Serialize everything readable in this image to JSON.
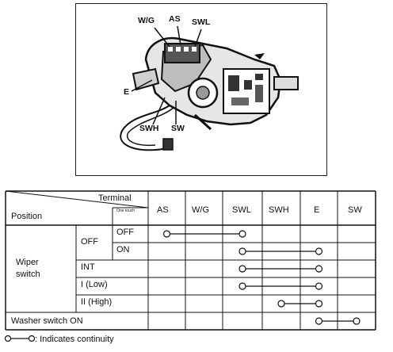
{
  "figure": {
    "labels": {
      "wg": "W/G",
      "as": "AS",
      "swl": "SWL",
      "e": "E",
      "swh": "SWH",
      "sw": "SW"
    }
  },
  "table": {
    "header": {
      "terminal": "Terminal",
      "position": "Position",
      "one_touch": "One touch",
      "columns": [
        "AS",
        "W/G",
        "SWL",
        "SWH",
        "E",
        "SW"
      ]
    },
    "groups": {
      "wiper_line1": "Wiper",
      "wiper_line2": "switch",
      "off": "OFF"
    },
    "rows": [
      {
        "label": "OFF",
        "connections": [
          [
            "AS",
            "SWL"
          ]
        ]
      },
      {
        "label": "ON",
        "connections": [
          [
            "SWL",
            "E"
          ]
        ]
      },
      {
        "label": "INT",
        "connections": [
          [
            "SWL",
            "E"
          ]
        ]
      },
      {
        "label": "I (Low)",
        "connections": [
          [
            "SWL",
            "E"
          ]
        ]
      },
      {
        "label": "II (High)",
        "connections": [
          [
            "SWH",
            "E"
          ]
        ]
      },
      {
        "label": "Washer switch ON",
        "connections": [
          [
            "E",
            "SW"
          ]
        ]
      }
    ]
  },
  "legend": {
    "text": ": Indicates continuity"
  }
}
